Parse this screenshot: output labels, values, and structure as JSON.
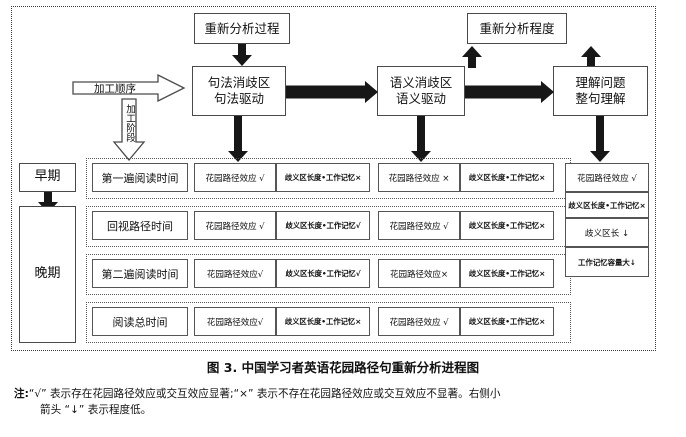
{
  "figure": {
    "caption": "图 3. 中国学习者英语花园路径句重新分析进程图",
    "note_label": "注:",
    "note_line1": "“√” 表示存在花园路径效应或交互效应显著;“×” 表示不存在花园路径效应或交互效应不显著。右侧小",
    "note_line2": "箭头 “↓” 表示程度低。"
  },
  "flow": {
    "reanalysis_process": "重新分析过程",
    "reanalysis_degree": "重新分析程度",
    "stages": [
      {
        "line1": "句法消歧区",
        "line2": "句法驱动"
      },
      {
        "line1": "语义消歧区",
        "line2": "语义驱动"
      },
      {
        "line1": "理解问题",
        "line2": "整句理解"
      }
    ],
    "processing_order_label": "加工顺序",
    "processing_stage_label": "加工阶段"
  },
  "periods": [
    {
      "label": "早期"
    },
    {
      "label": "晚期"
    }
  ],
  "table": {
    "rows": [
      {
        "measure": "第一遍阅读时间",
        "cells": [
          {
            "text": "花园路径效应 √",
            "kind": "effect"
          },
          {
            "text": "歧义区长度•工作记忆×",
            "kind": "interaction"
          },
          {
            "text": "花园路径效应 ×",
            "kind": "effect"
          },
          {
            "text": "歧义区长度•工作记忆×",
            "kind": "interaction"
          }
        ]
      },
      {
        "measure": "回视路径时间",
        "cells": [
          {
            "text": "花园路径效应 √",
            "kind": "effect"
          },
          {
            "text": "歧义区长度•工作记忆√",
            "kind": "interaction"
          },
          {
            "text": "花园路径效应 √",
            "kind": "effect"
          },
          {
            "text": "歧义区长度•工作记忆×",
            "kind": "interaction"
          }
        ]
      },
      {
        "measure": "第二遍阅读时间",
        "cells": [
          {
            "text": "花园路径效应√",
            "kind": "effect"
          },
          {
            "text": "歧义区长度•工作记忆√",
            "kind": "interaction"
          },
          {
            "text": "花园路径效应×",
            "kind": "effect"
          },
          {
            "text": "歧义区长度•工作记忆×",
            "kind": "interaction"
          }
        ]
      },
      {
        "measure": "阅读总时间",
        "cells": [
          {
            "text": "花园路径效应√",
            "kind": "effect"
          },
          {
            "text": "歧义区长度•工作记忆×",
            "kind": "interaction"
          },
          {
            "text": "花园路径效应 √",
            "kind": "effect"
          },
          {
            "text": "歧义区长度•工作记忆×",
            "kind": "interaction"
          }
        ]
      }
    ],
    "right_column": [
      {
        "text": "花园路径效应 √"
      },
      {
        "text": "歧义区长度•工作记忆×"
      },
      {
        "text": "歧义区长 ↓"
      },
      {
        "text": "工作记忆容量大↓"
      }
    ]
  },
  "colors": {
    "arrow": "#171717",
    "box_border": "#4a4a4a",
    "dotted": "#555555",
    "text": "#111111"
  }
}
